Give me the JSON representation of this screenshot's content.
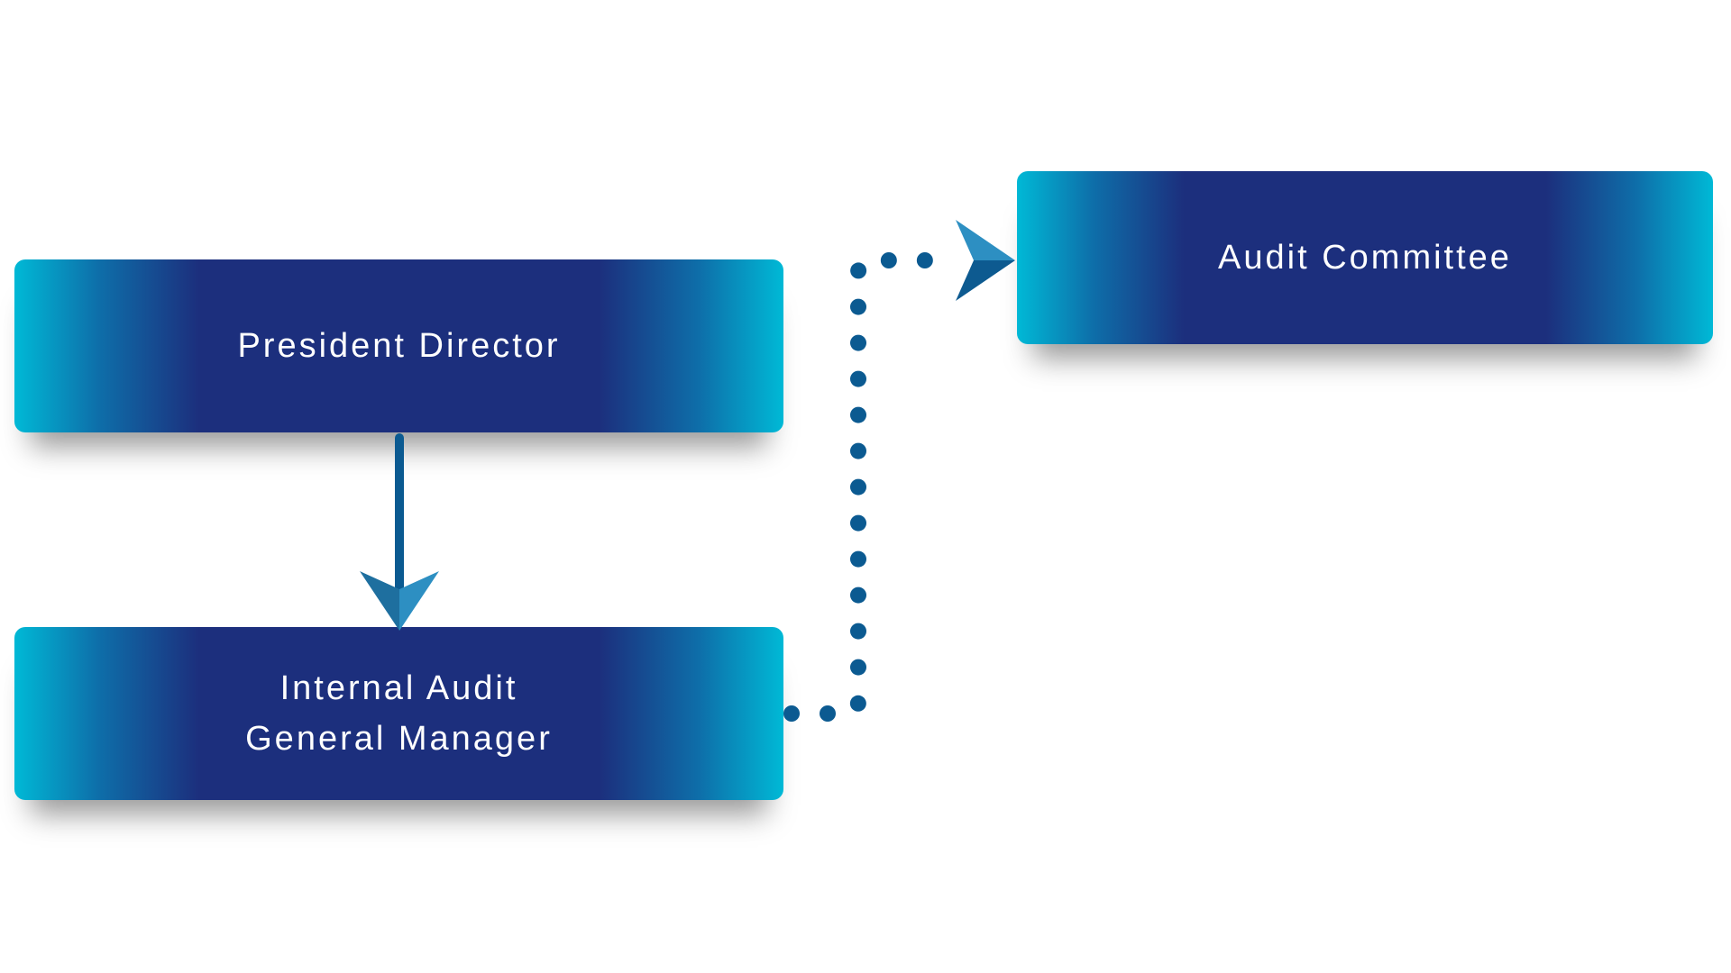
{
  "diagram": {
    "nodes": {
      "president_director": "President Director",
      "internal_audit_gm": "Internal Audit\nGeneral Manager",
      "audit_committee": "Audit Committee"
    },
    "edges": [
      {
        "from": "president_director",
        "to": "internal_audit_gm",
        "style": "solid"
      },
      {
        "from": "internal_audit_gm",
        "to": "audit_committee",
        "style": "dotted"
      }
    ],
    "colors": {
      "box_center": "#1c2f7d",
      "box_edge": "#00b9d6",
      "connector": "#0b5a91",
      "arrow_light": "#2180b4",
      "arrow_dark": "#0d5a90",
      "text": "#ffffff"
    }
  }
}
